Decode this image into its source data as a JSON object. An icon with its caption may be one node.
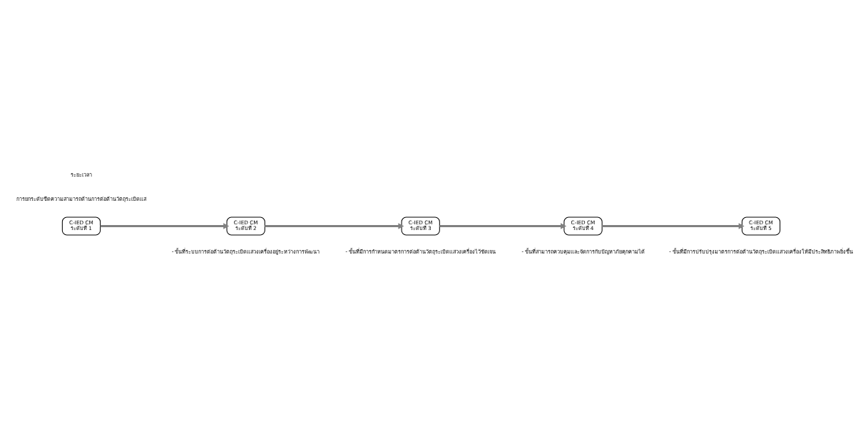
{
  "diagram": {
    "nodes": [
      {
        "text": [
          "C-IED CM",
          "ระดับที่ 1"
        ]
      },
      {
        "text": [
          "C-IED CM",
          "ระดับที่ 2"
        ],
        "beside": [
          "- ขั้นที่ระบบการต่อต้านวัตถุระเบิดแสวงเครื่องอยู่ระหว่างการพัฒนา"
        ]
      },
      {
        "text": [
          "C-IED CM",
          "ระดับที่ 3"
        ],
        "beside": [
          "- ขั้นที่มีการกำหนดมาตรการต่อต้านวัตถุระเบิดแสวงเครื่องไว้ชัดเจน"
        ]
      },
      {
        "text": [
          "C-IED CM",
          "ระดับที่ 4"
        ],
        "beside": [
          "- ขั้นที่สามารถควบคุมและจัดการกับปัญหาภัยคุกคามได้"
        ]
      },
      {
        "text": [
          "C-IED CM",
          "ระดับที่ 5"
        ],
        "beside": [
          "- ขั้นที่มีการปรับปรุงมาตรการต่อต้านวัตถุระเบิดแสวงเครื่องให้มีประสิทธิภาพยิ่งขึ้น"
        ]
      }
    ],
    "edges": [
      {
        "from": 0,
        "to": 1,
        "arrow": "to"
      },
      {
        "from": 1,
        "to": 2,
        "arrow": "to"
      },
      {
        "from": 2,
        "to": 3,
        "arrow": "to"
      },
      {
        "from": 3,
        "to": 4,
        "arrow": "to"
      }
    ],
    "labels": [
      "การยกระดับขีดความสามารถด้านการต่อต้านวัตถุระเบิดแส",
      "ระยะเวลา"
    ]
  }
}
